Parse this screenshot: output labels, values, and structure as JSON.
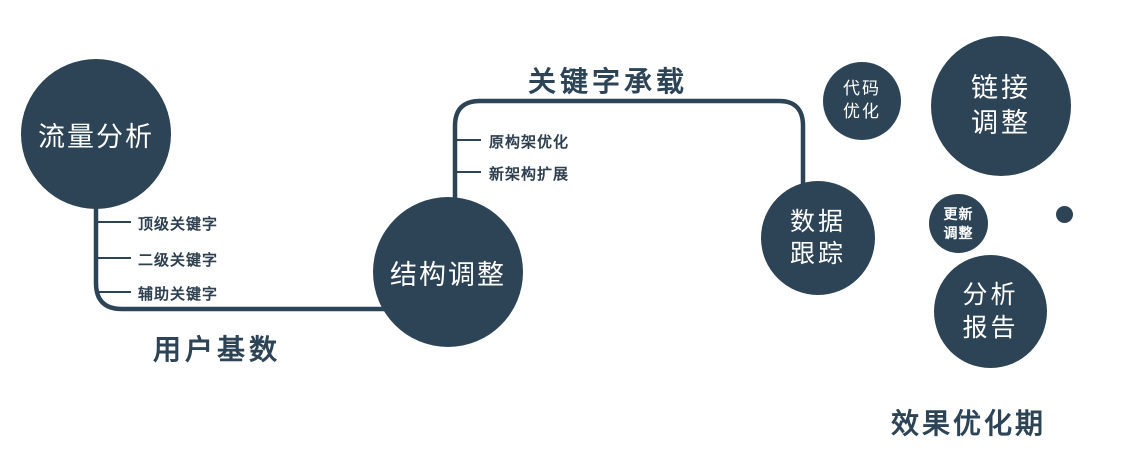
{
  "colors": {
    "navy": "#2d4456",
    "circle_text": "#ffffff",
    "background": "#ffffff"
  },
  "nodes": {
    "traffic": {
      "label": "流量分析"
    },
    "structure": {
      "label": "结构调整"
    },
    "tracking": {
      "line1": "数据",
      "line2": "跟踪"
    },
    "code": {
      "line1": "代码",
      "line2": "优化"
    },
    "link": {
      "line1": "链接",
      "line2": "调整"
    },
    "update": {
      "line1": "更新",
      "line2": "调整"
    },
    "report": {
      "line1": "分析",
      "line2": "报告"
    }
  },
  "edges": {
    "top_label": "关键字承载",
    "bottom_label": "用户基数",
    "traffic_branches": [
      "顶级关键字",
      "二级关键字",
      "辅助关键字"
    ],
    "structure_branches": [
      "原构架优化",
      "新架构扩展"
    ]
  },
  "caption": "效果优化期"
}
